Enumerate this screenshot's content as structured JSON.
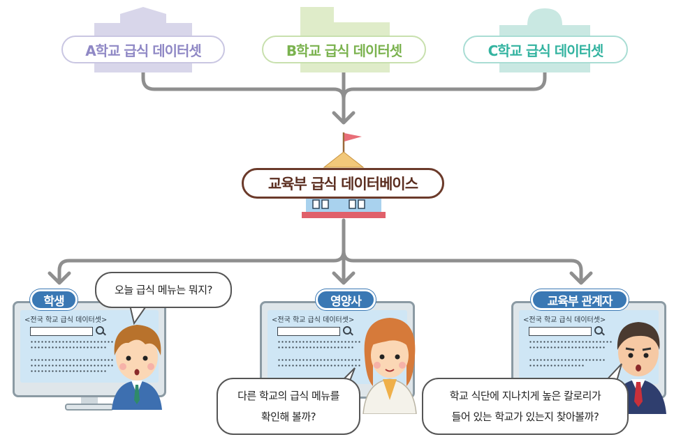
{
  "sources": [
    {
      "label": "A학교 급식 데이터셋",
      "color": "#8f88c5",
      "block_color": "#d8d6ea"
    },
    {
      "label": "B학교 급식 데이터셋",
      "color": "#7ab24e",
      "block_color": "#dfecc9"
    },
    {
      "label": "C학교 급식 데이터셋",
      "color": "#33b3a0",
      "block_color": "#c9e8e2"
    }
  ],
  "database": {
    "label": "교육부 급식 데이터베이스"
  },
  "screen_title": "<전국 학교 급식 데이터셋>",
  "roles": [
    {
      "tag": "학생",
      "speech": [
        "오늘 급식 메뉴는 뭐지?"
      ]
    },
    {
      "tag": "영양사",
      "speech": [
        "다른 학교의 급식 메뉴를",
        "확인해 볼까?"
      ]
    },
    {
      "tag": "교육부 관계자",
      "speech": [
        "학교 식단에 지나치게 높은 칼로리가",
        "들어 있는 학교가 있는지 찾아볼까?"
      ]
    }
  ],
  "colors": {
    "connector": "#8f8f8f",
    "tag_blue": "#3a78b4",
    "db_border": "#6b3a2a"
  }
}
